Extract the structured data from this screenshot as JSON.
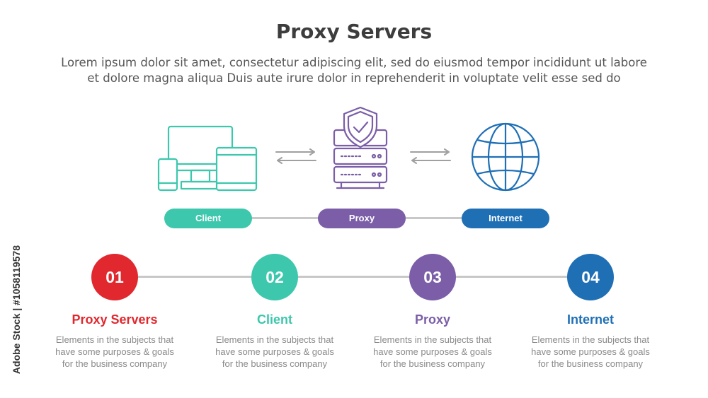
{
  "title": "Proxy Servers",
  "subtitle_line1": "Lorem ipsum dolor sit amet, consectetur adipiscing elit, sed do eiusmod tempor incididunt ut labore",
  "subtitle_line2": "et dolore magna aliqua Duis aute irure dolor in reprehenderit in voluptate velit esse sed do",
  "icons": [
    {
      "name": "devices-icon",
      "color": "#3dc7ad"
    },
    {
      "name": "server-shield-icon",
      "color": "#7b5ea7"
    },
    {
      "name": "globe-icon",
      "color": "#1f6fb5"
    }
  ],
  "arrow_color": "#a0a0a0",
  "pills": [
    {
      "label": "Client",
      "color": "#3dc7ad"
    },
    {
      "label": "Proxy",
      "color": "#7b5ea7"
    },
    {
      "label": "Internet",
      "color": "#1f6fb5"
    }
  ],
  "steps": [
    {
      "number": "01",
      "title": "Proxy Servers",
      "color": "#e0282e",
      "desc_line1": "Elements in the subjects that",
      "desc_line2": "have  some purposes & goals",
      "desc_line3": "for the  business company"
    },
    {
      "number": "02",
      "title": "Client",
      "color": "#3dc7ad",
      "desc_line1": "Elements in the subjects that",
      "desc_line2": "have  some purposes & goals",
      "desc_line3": "for the  business company"
    },
    {
      "number": "03",
      "title": "Proxy",
      "color": "#7b5ea7",
      "desc_line1": "Elements in the subjects that",
      "desc_line2": "have  some purposes & goals",
      "desc_line3": "for the  business company"
    },
    {
      "number": "04",
      "title": "Internet",
      "color": "#1f6fb5",
      "desc_line1": "Elements in the subjects that",
      "desc_line2": "have  some purposes & goals",
      "desc_line3": "for the  business company"
    }
  ],
  "side_watermark": "Adobe Stock | #1058119578"
}
